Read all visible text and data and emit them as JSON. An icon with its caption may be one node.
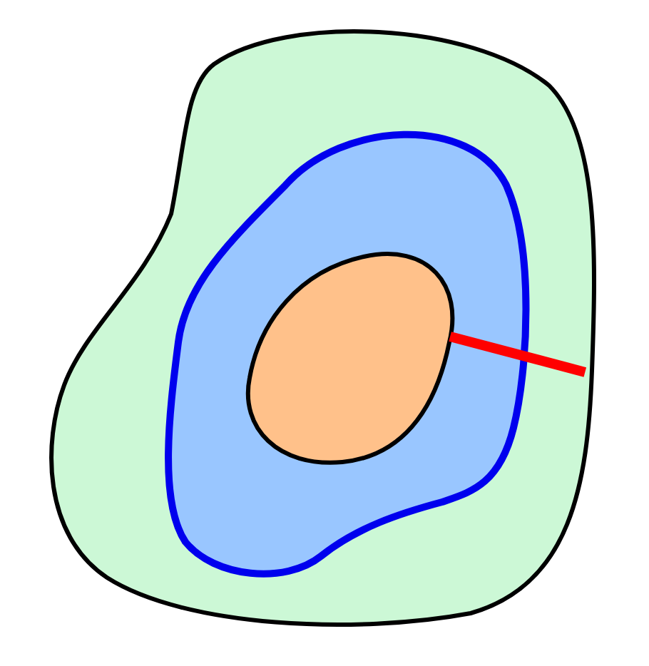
{
  "diagram": {
    "nodes": [
      {
        "text": [],
        "shape": "blob"
      },
      {
        "text": [],
        "shape": "blob",
        "in": 0
      },
      {
        "text": [],
        "shape": "blob",
        "in": 1
      }
    ],
    "edges": [
      {
        "from": 2,
        "to": 0,
        "arrow": "none",
        "color": "#ff0000"
      }
    ]
  }
}
